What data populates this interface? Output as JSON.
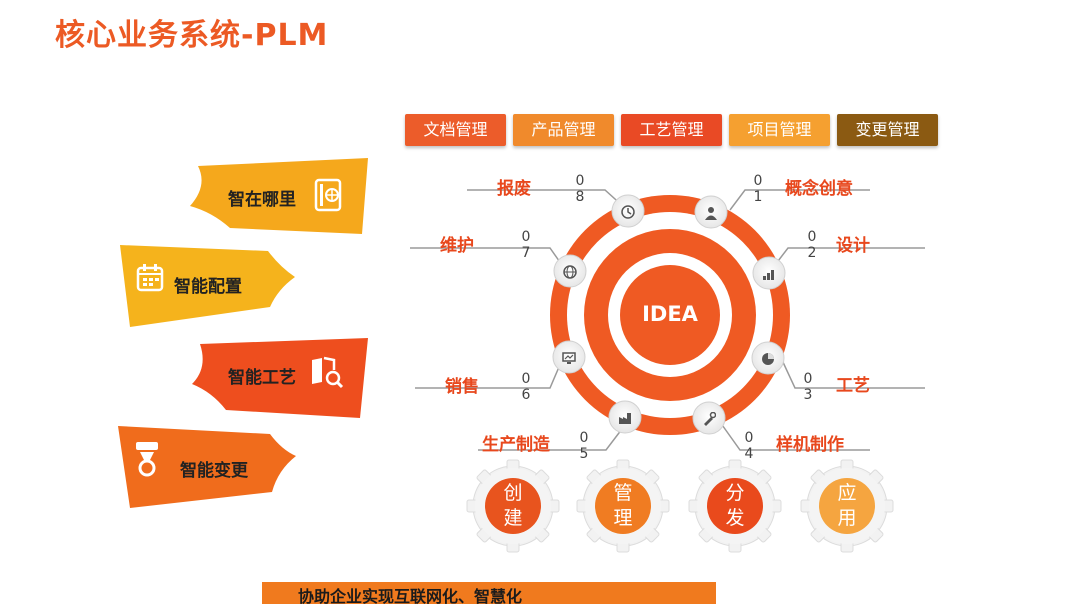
{
  "title": "核心业务系统-PLM",
  "tabs": [
    {
      "label": "文档管理",
      "color": "#ec5c2a"
    },
    {
      "label": "产品管理",
      "color": "#f08a2c"
    },
    {
      "label": "工艺管理",
      "color": "#e94a25"
    },
    {
      "label": "项目管理",
      "color": "#f5a030"
    },
    {
      "label": "变更管理",
      "color": "#8b5a12"
    }
  ],
  "banners": [
    {
      "label": "智在哪里",
      "color": "#f5a81c",
      "icon": "document-globe-icon"
    },
    {
      "label": "智能配置",
      "color": "#f5b31c",
      "icon": "calendar-icon"
    },
    {
      "label": "智能工艺",
      "color": "#ee4e1e",
      "icon": "book-search-icon"
    },
    {
      "label": "智能变更",
      "color": "#f06c1c",
      "icon": "change-icon"
    }
  ],
  "wheel": {
    "center": "IDEA",
    "items": [
      {
        "label": "概念创意",
        "num": [
          "0",
          "1"
        ],
        "icon": "user-icon"
      },
      {
        "label": "设计",
        "num": [
          "0",
          "2"
        ],
        "icon": "chart-icon"
      },
      {
        "label": "工艺",
        "num": [
          "0",
          "3"
        ],
        "icon": "pie-icon"
      },
      {
        "label": "样机制作",
        "num": [
          "0",
          "4"
        ],
        "icon": "tool-icon"
      },
      {
        "label": "生产制造",
        "num": [
          "0",
          "5"
        ],
        "icon": "factory-icon"
      },
      {
        "label": "销售",
        "num": [
          "0",
          "6"
        ],
        "icon": "monitor-icon"
      },
      {
        "label": "维护",
        "num": [
          "0",
          "7"
        ],
        "icon": "globe-icon"
      },
      {
        "label": "报废",
        "num": [
          "0",
          "8"
        ],
        "icon": "clock-icon"
      }
    ]
  },
  "gears": [
    {
      "l1": "创",
      "l2": "建",
      "color": "#e8541e"
    },
    {
      "l1": "管",
      "l2": "理",
      "color": "#f07c22"
    },
    {
      "l1": "分",
      "l2": "发",
      "color": "#e94a1c"
    },
    {
      "l1": "应",
      "l2": "用",
      "color": "#f5a540"
    }
  ],
  "footer": "协助企业实现互联网化、智慧化"
}
